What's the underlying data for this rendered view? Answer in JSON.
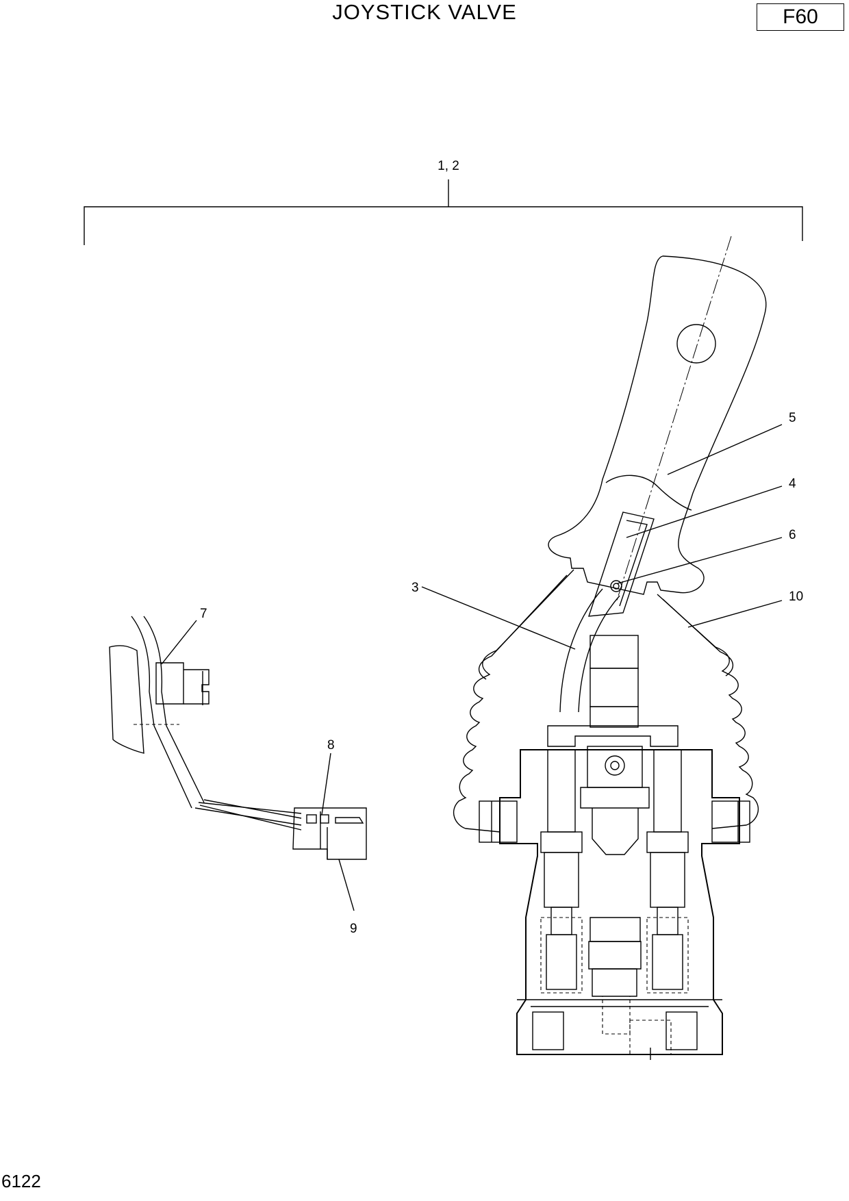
{
  "header": {
    "title": "JOYSTICK VALVE",
    "code": "F60"
  },
  "footer": {
    "page_number": "6122"
  },
  "callouts": [
    {
      "id": "c12",
      "text": "1, 2"
    },
    {
      "id": "c3",
      "text": "3"
    },
    {
      "id": "c4",
      "text": "4"
    },
    {
      "id": "c5",
      "text": "5"
    },
    {
      "id": "c6",
      "text": "6"
    },
    {
      "id": "c7",
      "text": "7"
    },
    {
      "id": "c8",
      "text": "8"
    },
    {
      "id": "c9",
      "text": "9"
    },
    {
      "id": "c10",
      "text": "10"
    }
  ]
}
